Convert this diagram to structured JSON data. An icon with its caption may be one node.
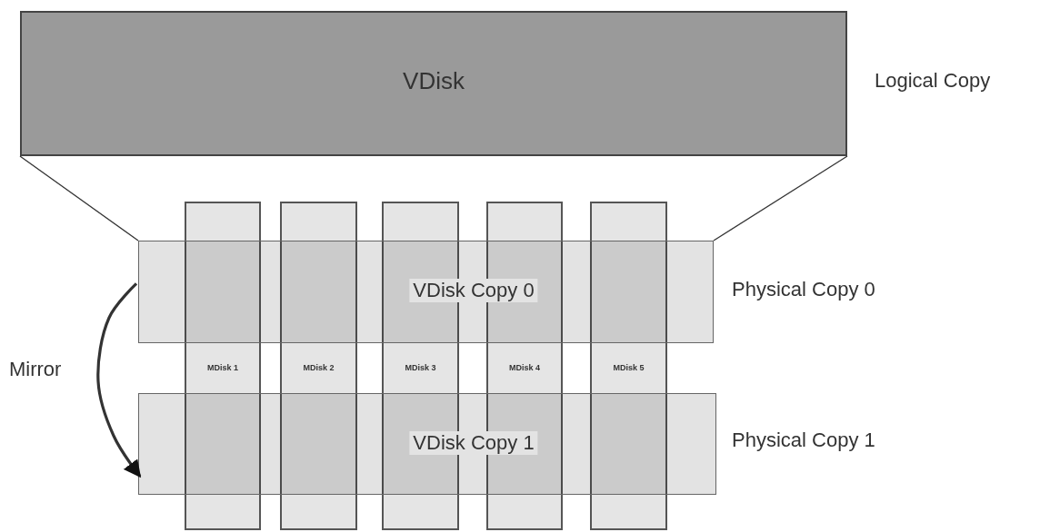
{
  "diagram": {
    "nodes": [
      {
        "text": [
          "VDisk"
        ],
        "beside": [
          "Logical Copy"
        ]
      },
      {
        "text": [
          "VDisk Copy 0"
        ],
        "beside": [
          "Physical Copy 0"
        ]
      },
      {
        "text": [
          "VDisk Copy 1"
        ],
        "beside": [
          "Physical Copy 1"
        ]
      },
      {
        "text": [
          "MDisk 1"
        ]
      },
      {
        "text": [
          "MDisk 2"
        ]
      },
      {
        "text": [
          "MDisk 3"
        ]
      },
      {
        "text": [
          "MDisk 4"
        ]
      },
      {
        "text": [
          "MDisk 5"
        ]
      }
    ],
    "edges": [
      {
        "from": 0,
        "to": 1,
        "arrow": "none"
      },
      {
        "from": 0,
        "to": 1,
        "arrow": "none"
      },
      {
        "from": 1,
        "to": 2,
        "arrow": "to",
        "label": "Mirror",
        "style": "thick"
      }
    ]
  }
}
